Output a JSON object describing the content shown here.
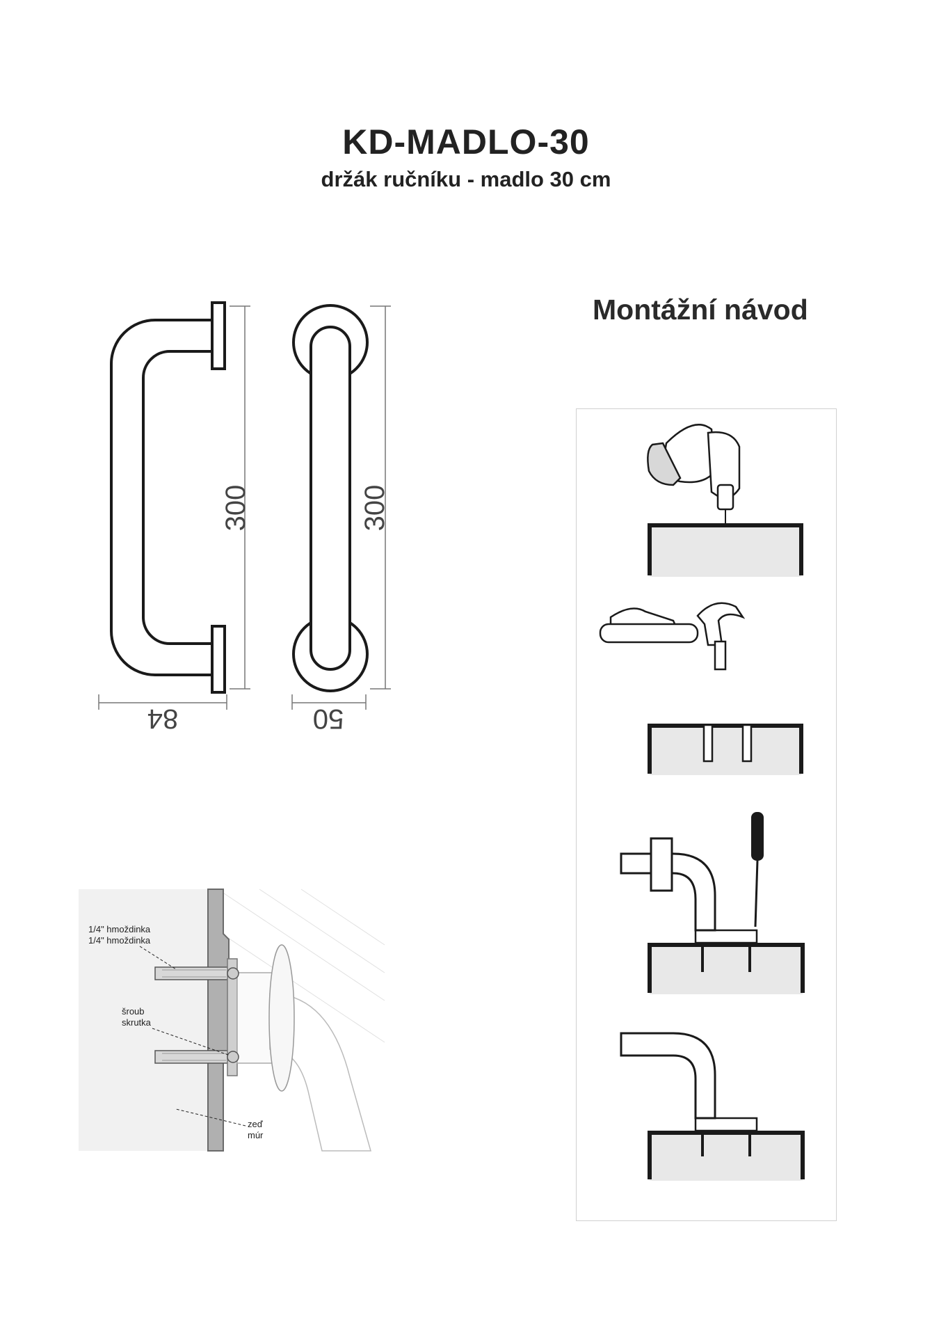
{
  "header": {
    "title": "KD-MADLO-30",
    "subtitle": "držák ručníku - madlo 30 cm"
  },
  "drawing": {
    "side_height": "300",
    "front_height": "300",
    "side_depth": "84",
    "front_width": "50"
  },
  "detail": {
    "anchor_label_1": "1/4\" hmoždinka",
    "anchor_label_2": "1/4\" hmoždinka",
    "screw_label_1": "šroub",
    "screw_label_2": "skrutka",
    "wall_label_1": "zeď",
    "wall_label_2": "múr"
  },
  "instructions": {
    "title": "Montážní návod",
    "steps": [
      "drill-step",
      "hammer-step",
      "screwdriver-step",
      "finished-step"
    ]
  },
  "colors": {
    "line": "#1a1a1a",
    "wall": "#e8e8e8",
    "panel_border": "#d0d0d0"
  }
}
